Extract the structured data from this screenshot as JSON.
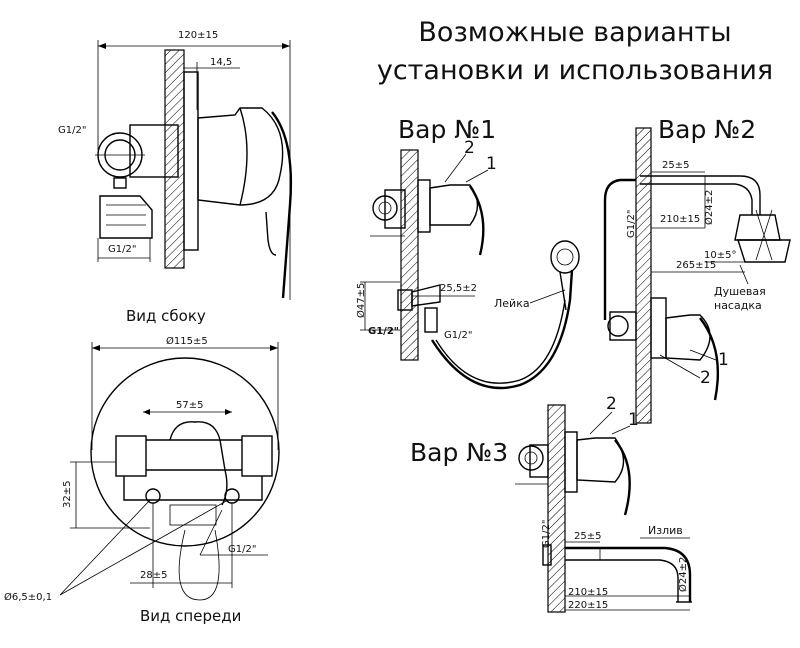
{
  "title_line1": "Возможные варианты",
  "title_line2": "установки и использования",
  "side_view": {
    "caption": "Вид сбоку",
    "dim_total": "120±15",
    "dim_depth": "14,5",
    "thread_top": "G1/2\"",
    "thread_bottom": "G1/2\""
  },
  "front_view": {
    "caption": "Вид спереди",
    "dim_diameter": "Ø115±5",
    "dim_width": "57±5",
    "dim_height": "32±5",
    "dim_spacing": "28±5",
    "dim_hole": "Ø6,5±0,1",
    "thread": "G1/2\""
  },
  "var1": {
    "label": "Вар №1",
    "callout1": "1",
    "callout2": "2",
    "dim_offset": "25,5±2",
    "dim_height": "Ø47±5",
    "thread_left": "G1/2\"",
    "thread_right": "G1/2\"",
    "hose_label": "Лейка"
  },
  "var2": {
    "label": "Вар №2",
    "callout1": "1",
    "callout2": "2",
    "dim_25": "25±5",
    "dim_210": "210±15",
    "dim_265": "265±15",
    "dim_diam": "Ø24±2",
    "dim_angle": "10±5°",
    "thread": "G1/2\"",
    "shower_label_1": "Душевая",
    "shower_label_2": "насадка"
  },
  "var3": {
    "label": "Вар №3",
    "callout1": "1",
    "callout2": "2",
    "dim_25": "25±5",
    "dim_210": "210±15",
    "dim_220": "220±15",
    "dim_diam": "Ø24±2",
    "thread": "G1/2\"",
    "spout_label": "Излив"
  }
}
